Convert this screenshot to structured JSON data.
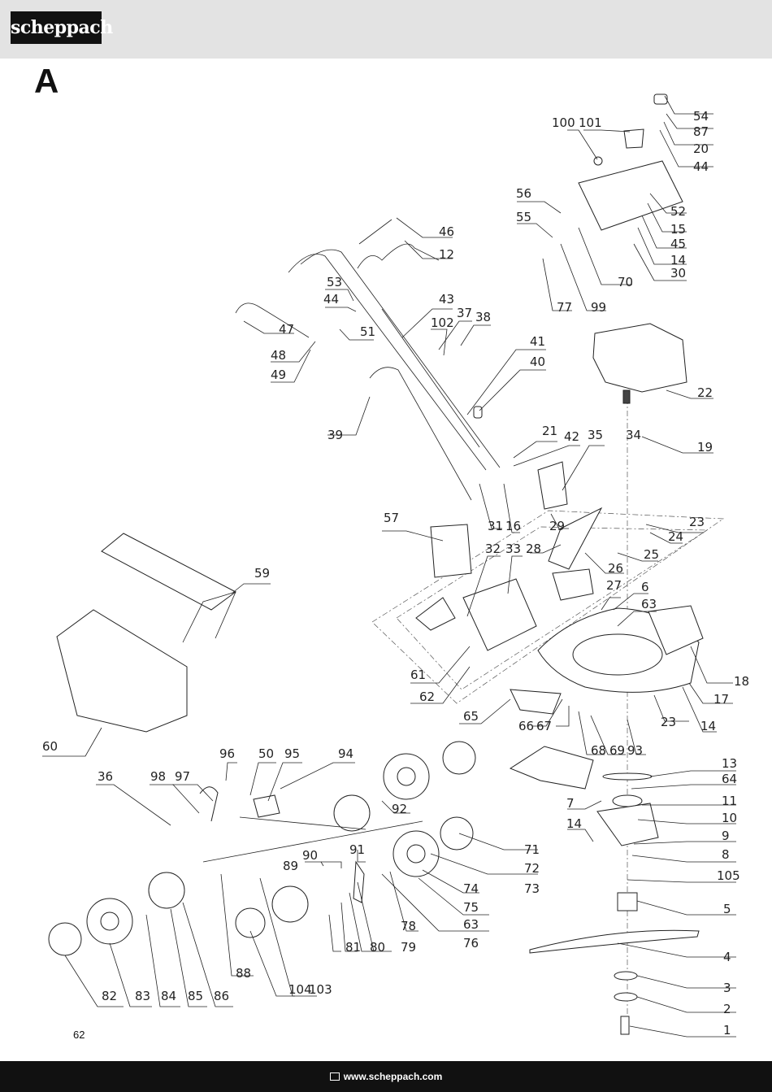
{
  "header": {
    "brand": "scheppach"
  },
  "section_label": "A",
  "page_number": "62",
  "footer": {
    "url": "www.scheppach.com"
  },
  "parts": [
    {
      "num": "54"
    },
    {
      "num": "87"
    },
    {
      "num": "20"
    },
    {
      "num": "44"
    },
    {
      "num": "100"
    },
    {
      "num": "101"
    },
    {
      "num": "56"
    },
    {
      "num": "55"
    },
    {
      "num": "52"
    },
    {
      "num": "15"
    },
    {
      "num": "45"
    },
    {
      "num": "14"
    },
    {
      "num": "30"
    },
    {
      "num": "70"
    },
    {
      "num": "77"
    },
    {
      "num": "99"
    },
    {
      "num": "46"
    },
    {
      "num": "12"
    },
    {
      "num": "53"
    },
    {
      "num": "44"
    },
    {
      "num": "43"
    },
    {
      "num": "37"
    },
    {
      "num": "38"
    },
    {
      "num": "102"
    },
    {
      "num": "47"
    },
    {
      "num": "51"
    },
    {
      "num": "48"
    },
    {
      "num": "49"
    },
    {
      "num": "41"
    },
    {
      "num": "40"
    },
    {
      "num": "22"
    },
    {
      "num": "39"
    },
    {
      "num": "21"
    },
    {
      "num": "42"
    },
    {
      "num": "35"
    },
    {
      "num": "34"
    },
    {
      "num": "19"
    },
    {
      "num": "57"
    },
    {
      "num": "31"
    },
    {
      "num": "16"
    },
    {
      "num": "29"
    },
    {
      "num": "23"
    },
    {
      "num": "32"
    },
    {
      "num": "33"
    },
    {
      "num": "28"
    },
    {
      "num": "24"
    },
    {
      "num": "25"
    },
    {
      "num": "26"
    },
    {
      "num": "59"
    },
    {
      "num": "27"
    },
    {
      "num": "6"
    },
    {
      "num": "63"
    },
    {
      "num": "18"
    },
    {
      "num": "61"
    },
    {
      "num": "62"
    },
    {
      "num": "17"
    },
    {
      "num": "65"
    },
    {
      "num": "66"
    },
    {
      "num": "67"
    },
    {
      "num": "23"
    },
    {
      "num": "14"
    },
    {
      "num": "60"
    },
    {
      "num": "68"
    },
    {
      "num": "69"
    },
    {
      "num": "93"
    },
    {
      "num": "96"
    },
    {
      "num": "50"
    },
    {
      "num": "95"
    },
    {
      "num": "94"
    },
    {
      "num": "36"
    },
    {
      "num": "98"
    },
    {
      "num": "97"
    },
    {
      "num": "13"
    },
    {
      "num": "64"
    },
    {
      "num": "92"
    },
    {
      "num": "7"
    },
    {
      "num": "11"
    },
    {
      "num": "10"
    },
    {
      "num": "14"
    },
    {
      "num": "9"
    },
    {
      "num": "71"
    },
    {
      "num": "91"
    },
    {
      "num": "89"
    },
    {
      "num": "90"
    },
    {
      "num": "8"
    },
    {
      "num": "72"
    },
    {
      "num": "73"
    },
    {
      "num": "105"
    },
    {
      "num": "74"
    },
    {
      "num": "75"
    },
    {
      "num": "5"
    },
    {
      "num": "63"
    },
    {
      "num": "78"
    },
    {
      "num": "76"
    },
    {
      "num": "79"
    },
    {
      "num": "80"
    },
    {
      "num": "81"
    },
    {
      "num": "4"
    },
    {
      "num": "88"
    },
    {
      "num": "104"
    },
    {
      "num": "103"
    },
    {
      "num": "3"
    },
    {
      "num": "82"
    },
    {
      "num": "83"
    },
    {
      "num": "84"
    },
    {
      "num": "85"
    },
    {
      "num": "86"
    },
    {
      "num": "2"
    },
    {
      "num": "1"
    }
  ]
}
